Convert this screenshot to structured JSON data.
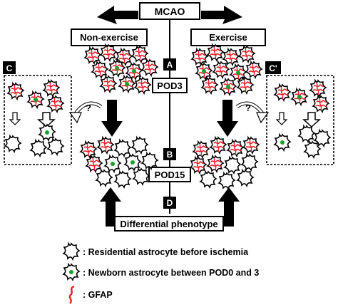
{
  "header": {
    "mcao": "MCAO",
    "non_exercise": "Non-exercise",
    "exercise": "Exercise"
  },
  "timeline": {
    "marker_a": "A",
    "pod3": "POD3",
    "marker_b": "B",
    "pod15": "POD15",
    "marker_d": "D",
    "differential": "Differential phenotype"
  },
  "insets": {
    "left_label": "C",
    "right_label": "C'",
    "question": "?"
  },
  "legend": [
    {
      "text": ": Residential astrocyte before ischemia",
      "icon": "astrocyte-outline"
    },
    {
      "text": ": Newborn astrocyte between POD0 and 3",
      "icon": "astrocyte-green-nucleus"
    },
    {
      "text": ": GFAP",
      "icon": "gfap-squiggle"
    }
  ],
  "colors": {
    "gfap": "#e8202a",
    "nucleus": "#1aa12c",
    "fill_stroke": "#000000"
  }
}
